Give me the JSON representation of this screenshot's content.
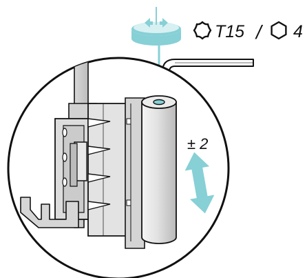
{
  "labels": {
    "torx_size": "T15",
    "separator": "/",
    "hex_size": "4",
    "adjust_range": "± 2"
  },
  "colors": {
    "accent": "#86d0d6",
    "line": "#111111",
    "metal_light": "#e9e9e9",
    "metal_mid": "#cfcfcf",
    "metal_dark": "#a9a9a9"
  },
  "icons": {
    "rotation": "rotate-cylinder-icon",
    "torx": "torx-icon",
    "hex": "hex-icon",
    "adjust": "double-arrow-icon"
  }
}
